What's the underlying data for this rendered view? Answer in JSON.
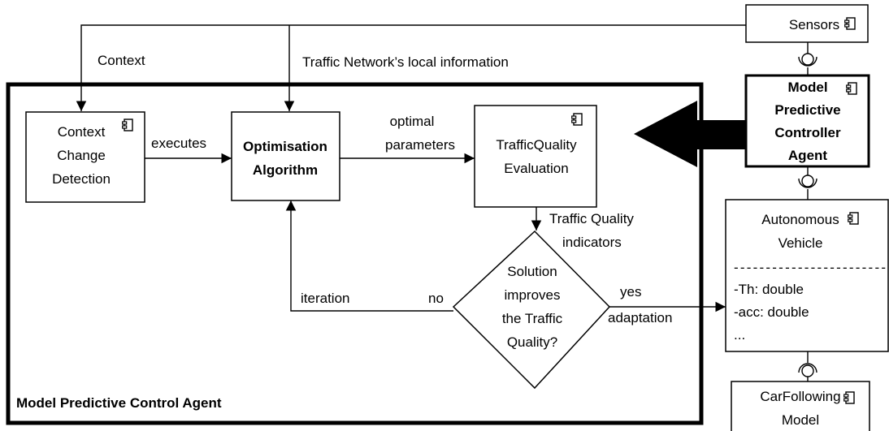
{
  "container": {
    "label": "Model Predictive Control Agent"
  },
  "components": {
    "sensors": {
      "label": "Sensors"
    },
    "context_change_detection": {
      "lines": [
        "Context",
        "Change",
        "Detection"
      ]
    },
    "optimisation_algorithm": {
      "lines": [
        "Optimisation",
        "Algorithm"
      ]
    },
    "traffic_quality_evaluation": {
      "lines": [
        "TrafficQuality",
        "Evaluation"
      ]
    },
    "mpc_agent": {
      "lines": [
        "Model",
        "Predictive",
        "Controller",
        "Agent"
      ]
    },
    "autonomous_vehicle": {
      "lines": [
        "Autonomous",
        "Vehicle"
      ],
      "separator": "------------------------",
      "attributes": [
        "-Th: double",
        "-acc: double",
        "..."
      ]
    },
    "car_following": {
      "lines": [
        "CarFollowing",
        "Model"
      ]
    }
  },
  "decision": {
    "lines": [
      "Solution",
      "improves",
      "the Traffic",
      "Quality?"
    ]
  },
  "edge_labels": {
    "context": "Context",
    "traffic_network_info": "Traffic Network’s local information",
    "executes": "executes",
    "optimal": "optimal",
    "parameters": "parameters",
    "traffic_quality_1": "Traffic Quality",
    "traffic_quality_2": "indicators",
    "iteration": "iteration",
    "no": "no",
    "yes": "yes",
    "adaptation": "adaptation"
  }
}
